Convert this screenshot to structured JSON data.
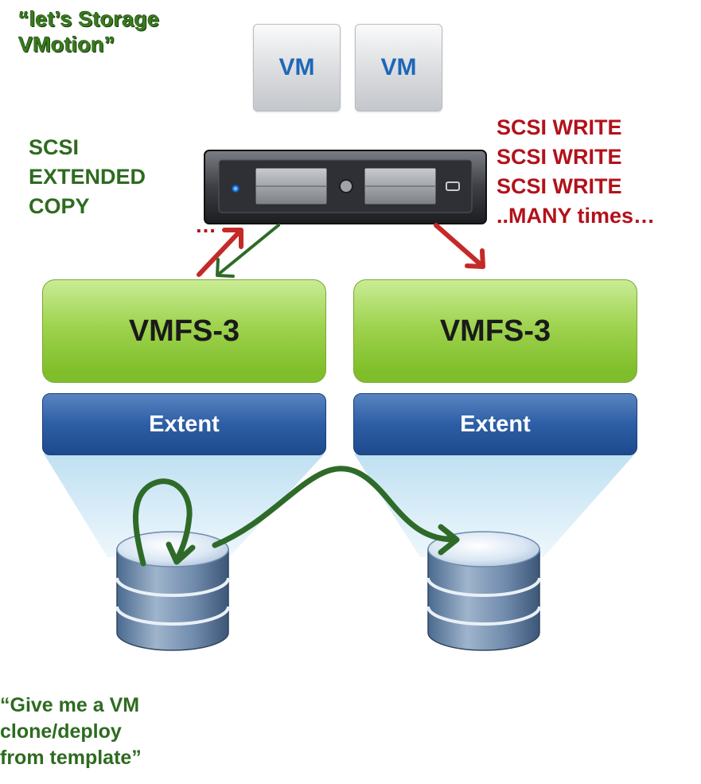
{
  "title_label": [
    "“let’s Storage",
    "VMotion”"
  ],
  "vms": [
    {
      "label": "VM"
    },
    {
      "label": "VM"
    }
  ],
  "left_label": [
    "SCSI",
    "EXTENDED",
    "COPY"
  ],
  "left_ellipsis": "…",
  "right_label": [
    "SCSI WRITE",
    "SCSI WRITE",
    "SCSI WRITE",
    "..MANY times…"
  ],
  "datastores": [
    {
      "vmfs_label": "VMFS-3",
      "extent_label": "Extent"
    },
    {
      "vmfs_label": "VMFS-3",
      "extent_label": "Extent"
    }
  ],
  "bottom_label": [
    "“Give me a VM",
    "clone/deploy",
    "from template”"
  ],
  "colors": {
    "green_text": "#2d6b1f",
    "red_text": "#b3111b",
    "vm_text": "#1d67b8",
    "vmfs_green": "#9fd34f",
    "extent_blue": "#2d5ea5",
    "green_arrow": "#2e6b28",
    "red_arrow": "#c42a28"
  }
}
